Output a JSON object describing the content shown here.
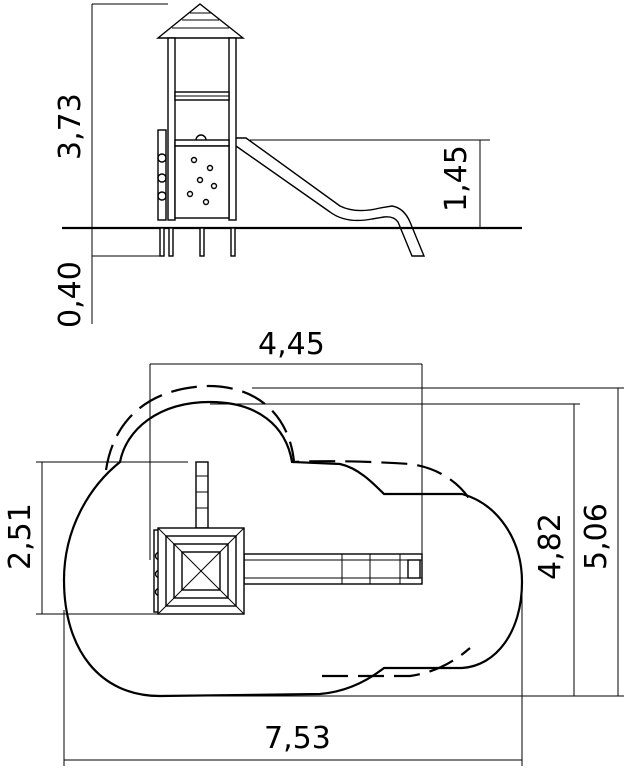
{
  "dimensions": {
    "tower_height": "3,73",
    "slide_platform_height": "1,45",
    "foundation_depth": "0,40",
    "length_top": "4,45",
    "width_left": "2,51",
    "width_right_inner": "4,82",
    "width_right_outer": "5,06",
    "length_bottom": "7,53"
  }
}
